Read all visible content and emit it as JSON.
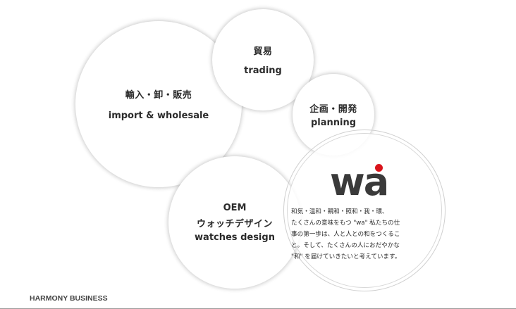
{
  "circles": {
    "import": {
      "jp": "輸入・卸・販売",
      "en": "import & wholesale"
    },
    "trading": {
      "jp": "貿易",
      "en": "trading"
    },
    "planning": {
      "jp": "企画・開発",
      "en": "planning"
    },
    "oem": {
      "en1": "OEM",
      "jp": "ウォッチデザイン",
      "en2": "watches design"
    }
  },
  "wa": {
    "logo": "wa",
    "lines": [
      "和気・温和・親和・照和・我・環、",
      "たくさんの意味をもつ \"wa\" 私たちの仕",
      "事の第一歩は、人と人との和をつくるこ",
      "と。そして、たくさんの人におだやかな",
      "\"和\" を届けていきたいと考えています。"
    ],
    "accent_color": "#d9141b"
  },
  "footer": {
    "label": "HARMONY BUSINESS"
  }
}
